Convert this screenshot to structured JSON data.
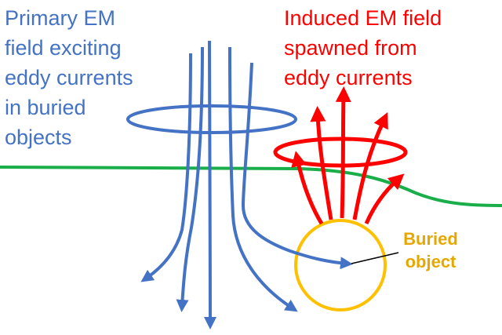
{
  "labels": {
    "primary_field": "Primary EM\nfield exciting\neddy currents\nin buried\nobjects",
    "induced_field": "Induced EM field\nspawned from\neddy currents",
    "buried_object": "Buried\nobject"
  },
  "colors": {
    "primary": "#4472C4",
    "induced": "#FF0000",
    "ground": "#1AAE4B",
    "object": "#FFC000",
    "object_text": "#E6A800",
    "pointer": "#000000"
  }
}
